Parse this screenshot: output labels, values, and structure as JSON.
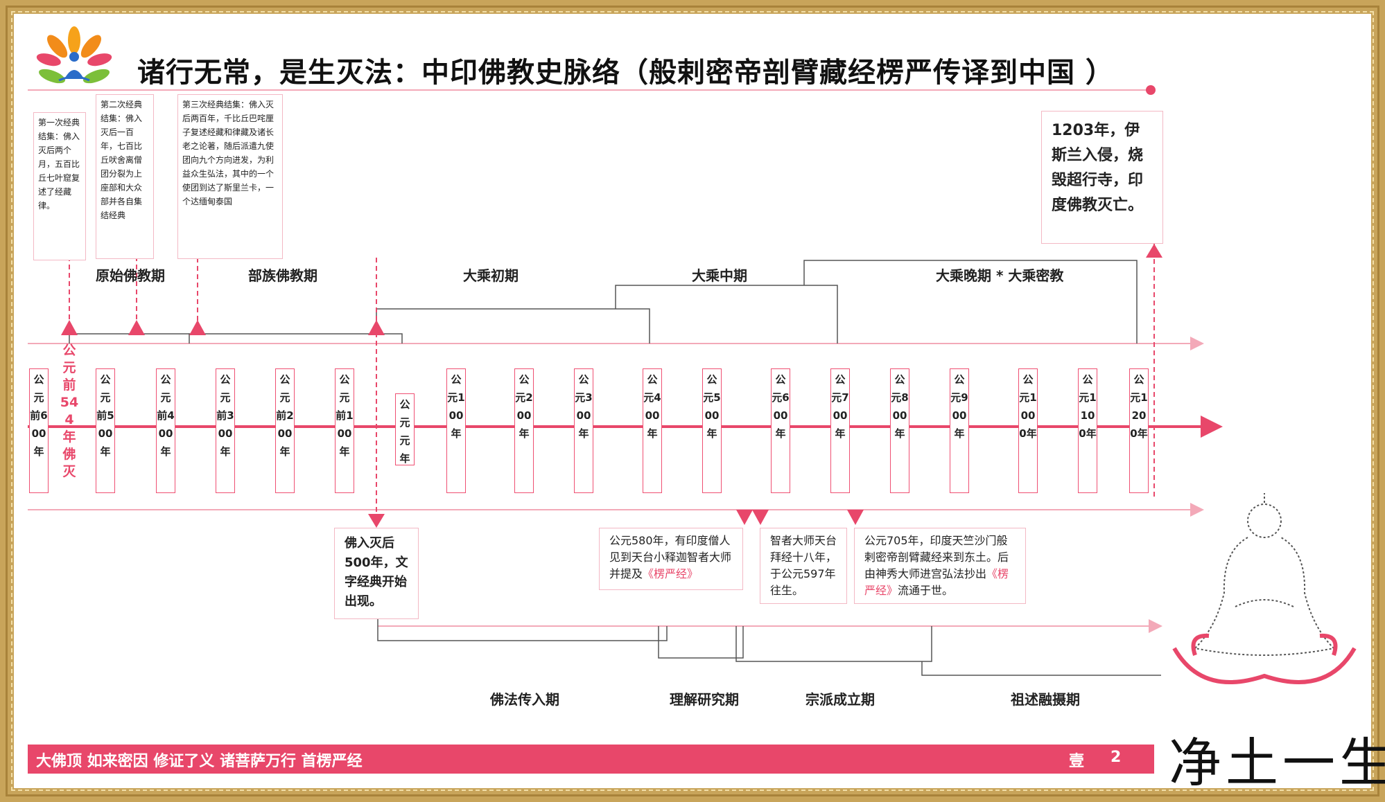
{
  "title": "诸行无常，是生灭法：中印佛教史脉络（般剌密帝剖臂藏经楞严传译到中国 ）",
  "council1": "第一次经典结集：佛入灭后两个月，五百比丘七叶窟复述了经藏律。",
  "council2": "第二次经典结集：佛入灭后一百年，七百比丘吠舍离僧团分裂为上座部和大众部并各自集结经典",
  "council3": "第三次经典结集：佛入灭后两百年，千比丘巴咤厘子复述经藏和律藏及诸长老之论著，随后派遣九使团向九个方向进发，为利益众生弘法，其中的一个使团到达了斯里兰卡，一个达缅甸泰国",
  "islam_box": "1203年，伊斯兰入侵，烧毁超行寺，印度佛教灭亡。",
  "text_box": "佛入灭后500年，文字经典开始出现。",
  "event580_a": "公元580年，有印度僧人见到天台小释迦智者大师并提及",
  "event580_b": "《楞严经》",
  "zhizhe": "智者大师天台拜经十八年，于公元597年往生。",
  "event705_a": "公元705年，印度天竺沙门般剌密帝剖臂藏经来到东土。后由神秀大师进宫弘法抄出",
  "event705_b": "《楞严经》",
  "event705_c": "流通于世。",
  "buddha_death": "公元前544年 佛灭",
  "periods_india": [
    "原始佛教期",
    "部族佛教期",
    "大乘初期",
    "大乘中期",
    "大乘晚期 * 大乘密教"
  ],
  "periods_china": [
    "佛法传入期",
    "理解研究期",
    "宗派成立期",
    "祖述融摄期"
  ],
  "ticks": [
    "公元前600年",
    "公元前500年",
    "公元前400年",
    "公元前300年",
    "公元前200年",
    "公元前100年",
    "公元元年",
    "公元100年",
    "公元200年",
    "公元300年",
    "公元400年",
    "公元500年",
    "公元600年",
    "公元700年",
    "公元800年",
    "公元900年",
    "公元1000年",
    "公元1100年",
    "公元1200年"
  ],
  "footer_text": "大佛顶  如来密因  修证了义  诸菩萨万行  首楞严经",
  "footer_page_a": "壹",
  "footer_page_b": "2",
  "brand": "净土一生",
  "colors": {
    "accent": "#e8476a",
    "frame": "#c8a45a"
  }
}
